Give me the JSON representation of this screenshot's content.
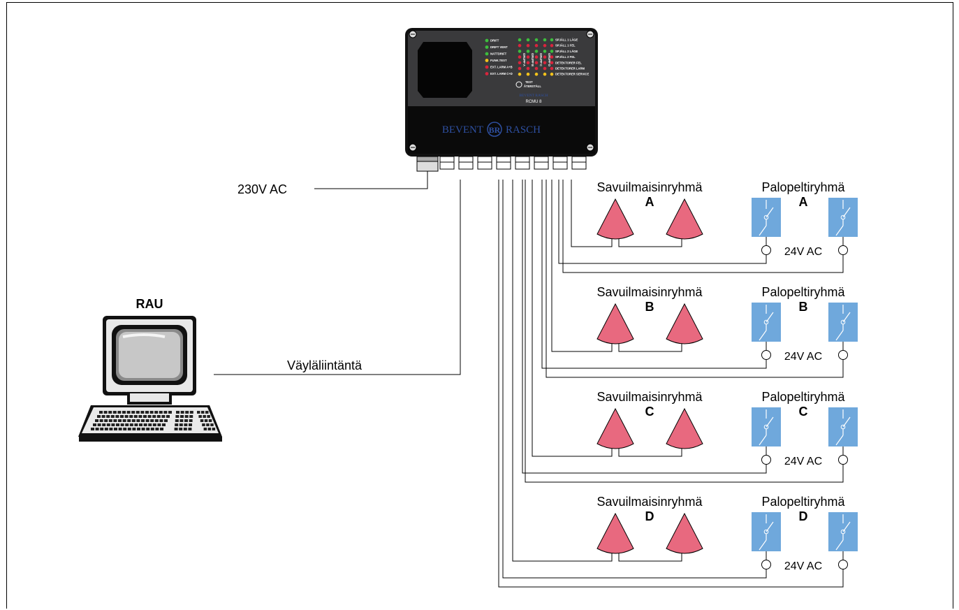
{
  "controller": {
    "led_labels_left": [
      "DRIFT",
      "DRIFT VENT",
      "NATTDRIFT",
      "FUNK.TEST",
      "EXT. LARM A+B",
      "EXT. LARM C+D"
    ],
    "led_labels_right": [
      "SPJÄLL 1 LÄGE",
      "SPJÄLL 1 FEL",
      "SPJÄLL 2 LÄGE",
      "SPJÄLL 2 FEL",
      "DETEKTORER FEL",
      "DETEKTORER LARM",
      "DETEKTORER SERVICE"
    ],
    "group_labels": [
      "GRUPP A",
      "GRUPP B",
      "GRUPP C",
      "GRUPP D"
    ],
    "test_label": "TEST",
    "reset_label": "ÅTERSTÄLL",
    "model": "RCMU 8",
    "brand_small": "BEVENT RASCH",
    "brand": "BEVENT RASCH"
  },
  "power_label": "230V AC",
  "computer": {
    "label": "RAU",
    "bus_label": "Väyläliintäntä"
  },
  "groups": [
    {
      "letter": "A",
      "detector_label": "Savuilmaisinryhmä",
      "damper_label": "Palopeltiryhmä",
      "voltage": "24V AC"
    },
    {
      "letter": "B",
      "detector_label": "Savuilmaisinryhmä",
      "damper_label": "Palopeltiryhmä",
      "voltage": "24V AC"
    },
    {
      "letter": "C",
      "detector_label": "Savuilmaisinryhmä",
      "damper_label": "Palopeltiryhmä",
      "voltage": "24V AC"
    },
    {
      "letter": "D",
      "detector_label": "Savuilmaisinryhmä",
      "damper_label": "Palopeltiryhmä",
      "voltage": "24V AC"
    }
  ],
  "colors": {
    "detector": "#E8697F",
    "damper": "#6FA8DC",
    "panel": "#3A3A3C",
    "panel_bottom": "#0A0A0A",
    "brand_blue": "#2E4FA0",
    "led_green": "#3DBE3D",
    "led_red": "#D8243C",
    "led_yellow": "#F2C21B"
  }
}
